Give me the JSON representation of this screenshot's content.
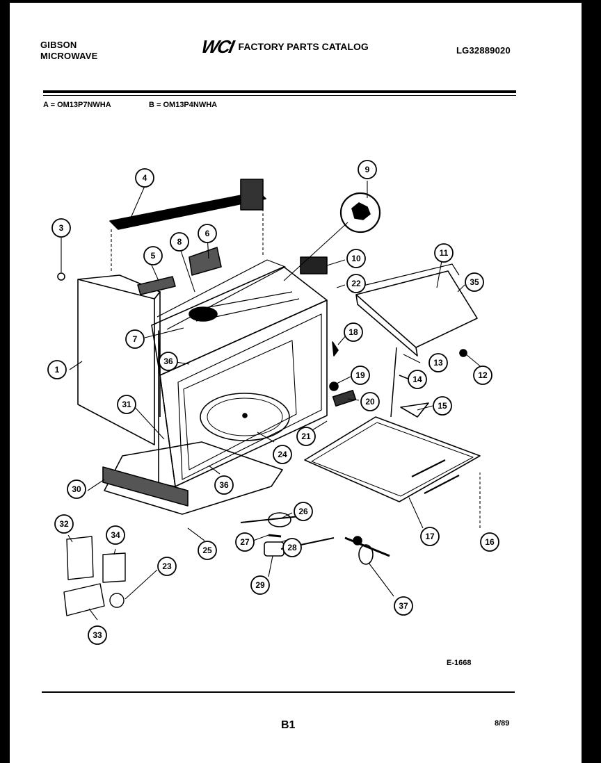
{
  "header": {
    "brand_line1": "GIBSON",
    "brand_line2": "MICROWAVE",
    "logo": "WCI",
    "catalog_title": "FACTORY PARTS CATALOG",
    "catalog_number": "LG32889020"
  },
  "models": {
    "a": "A = OM13P7NWHA",
    "b": "B = OM13P4NWHA"
  },
  "diagram": {
    "figure_code": "E-1668",
    "callouts": [
      "1",
      "3",
      "4",
      "5",
      "6",
      "7",
      "8",
      "9",
      "10",
      "11",
      "12",
      "13",
      "14",
      "15",
      "16",
      "17",
      "18",
      "19",
      "20",
      "21",
      "22",
      "23",
      "24",
      "25",
      "26",
      "27",
      "28",
      "29",
      "30",
      "31",
      "32",
      "33",
      "34",
      "35",
      "36",
      "36",
      "37"
    ]
  },
  "footer": {
    "page_code": "B1",
    "date": "8/89"
  }
}
